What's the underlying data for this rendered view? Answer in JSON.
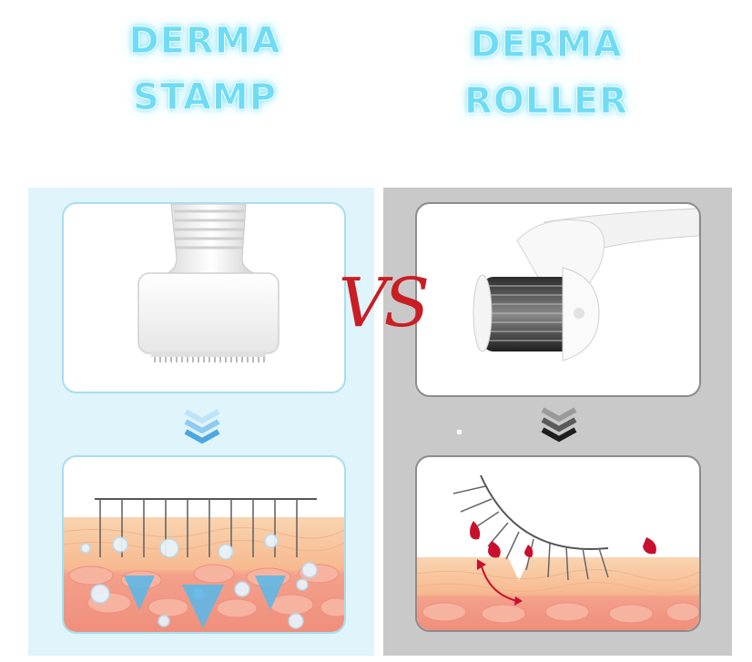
{
  "left": {
    "title_line1": "DERMA",
    "title_line2": "STAMP"
  },
  "right": {
    "title_line1": "DERMA",
    "title_line2": "ROLLER"
  },
  "vs_text": "VS",
  "colors": {
    "title_cyan": "#6fdcf5",
    "left_panel": "#dff4fb",
    "right_panel": "#c9c9c9",
    "vs_red": "#c81e24",
    "skin_top": "#f7c39b",
    "skin_bottom": "#f09a84",
    "blood": "#c8102e",
    "chevron_blue": "#5fb7e6"
  },
  "icons": [
    "derma-stamp-device",
    "derma-roller-device",
    "chevron-down-icon",
    "microneedle-diagram"
  ]
}
